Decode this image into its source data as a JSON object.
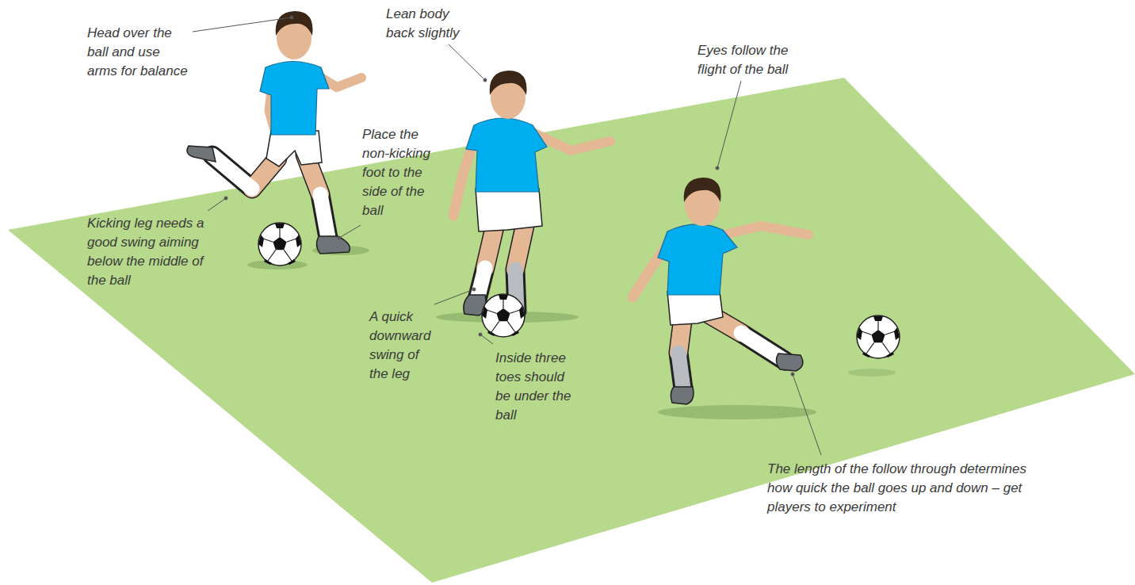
{
  "diagram": {
    "labels": [
      "Head over the ball and use arms for balance",
      "Lean body back slightly",
      "Eyes follow the flight of the ball",
      "Place the non-kicking foot to the side of the ball",
      "Kicking leg needs a good swing aiming below the middle of the ball",
      "A quick downward swing of the leg",
      "Inside three toes should be under the ball",
      "The length of the follow through determines how quick the ball goes up and down – get players to experiment"
    ]
  }
}
